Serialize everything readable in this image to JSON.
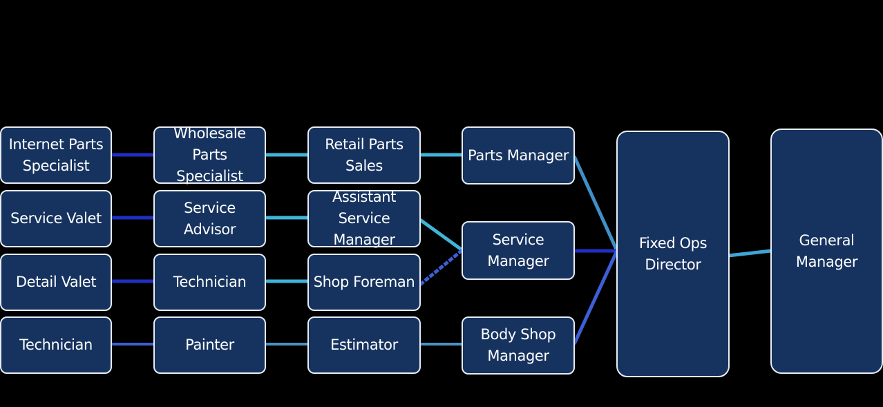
{
  "colors": {
    "background": "#000000",
    "node_fill": "#16335f",
    "node_border": "#e9edf3",
    "node_text": "#ffffff",
    "connector_light": "#3fb4d9",
    "connector_mid": "#3d5fd6",
    "connector_dark": "#1f2fc4",
    "connector_steel": "#4a93c6"
  },
  "nodes": {
    "internet_parts_specialist": "Internet Parts\nSpecialist",
    "wholesale_parts_specialist": "Wholesale Parts\nSpecialist",
    "retail_parts_sales": "Retail Parts\nSales",
    "parts_manager": "Parts Manager",
    "service_valet": "Service Valet",
    "service_advisor": "Service Advisor",
    "assistant_service_manager": "Assistant Service\nManager",
    "service_manager": "Service\nManager",
    "detail_valet": "Detail Valet",
    "technician_service": "Technician",
    "shop_foreman": "Shop Foreman",
    "technician_body": "Technician",
    "painter": "Painter",
    "estimator": "Estimator",
    "body_shop_manager": "Body Shop\nManager",
    "fixed_ops_director": "Fixed Ops\nDirector",
    "general_manager": "General\nManager"
  }
}
